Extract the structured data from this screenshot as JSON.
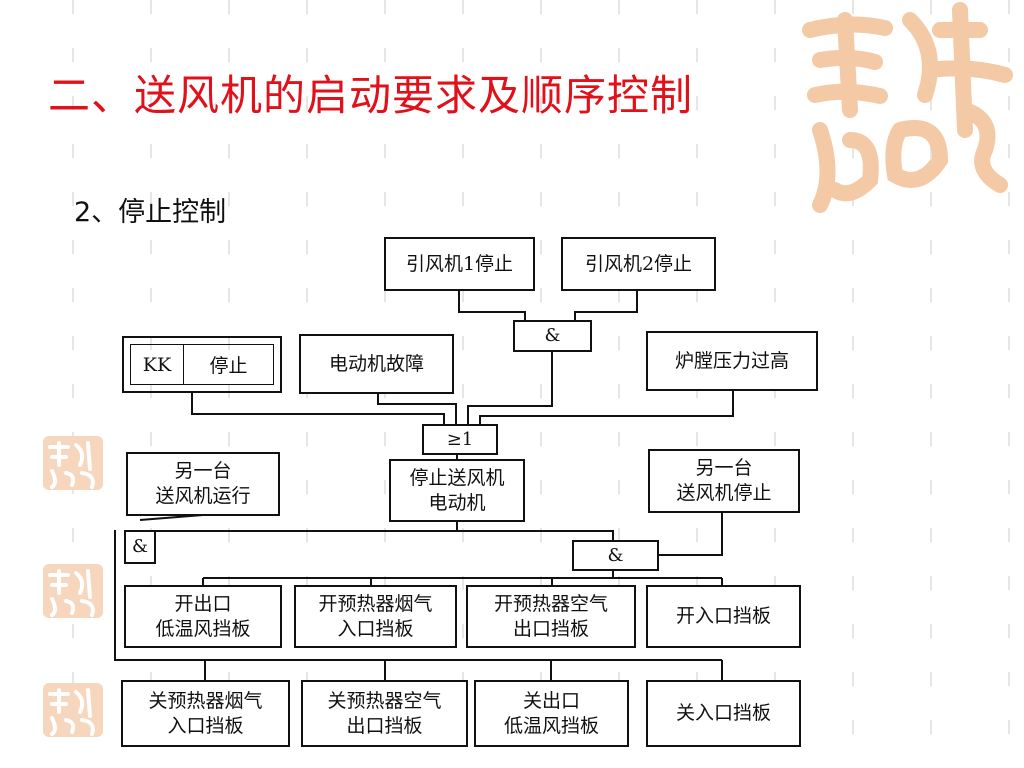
{
  "slide": {
    "title": "二、送风机的启动要求及顺序控制",
    "subtitle": "2、停止控制",
    "title_color": "#e0111a",
    "seal_color": "#f3c9a6"
  },
  "diagram": {
    "nodes": {
      "fan1_stop": "引风机1停止",
      "fan2_stop": "引风机2停止",
      "and_top": "&",
      "kk_label": "KK",
      "kk_stop": "停止",
      "motor_fault": "电动机故障",
      "furnace_pressure_high": "炉膛压力过高",
      "or_gate": "≥1",
      "other_running": "另一台\n送风机运行",
      "stop_motor": "停止送风机\n电动机",
      "other_stopped": "另一台\n送风机停止",
      "and_left": "&",
      "and_right": "&",
      "open_outlet_low_temp_damper": "开出口\n低温风挡板",
      "open_preheater_flue_inlet_damper": "开预热器烟气\n入口挡板",
      "open_preheater_air_outlet_damper": "开预热器空气\n出口挡板",
      "open_inlet_damper": "开入口挡板",
      "close_preheater_flue_inlet_damper": "关预热器烟气\n入口挡板",
      "close_preheater_air_outlet_damper": "关预热器空气\n出口挡板",
      "close_outlet_low_temp_damper": "关出口\n低温风挡板",
      "close_inlet_damper": "关入口挡板"
    }
  }
}
